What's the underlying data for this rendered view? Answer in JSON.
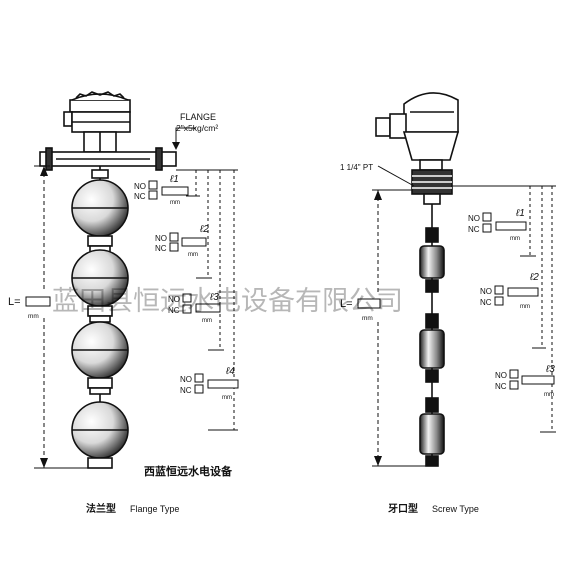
{
  "watermark": "蓝田县恒远水电设备有限公司",
  "flange": {
    "label": "FLANGE",
    "spec": "2\"x5kg/cm²",
    "caption_cn": "法兰型",
    "caption_en": "Flange Type",
    "company": "西蓝恒远水电设备",
    "length_label": "L=",
    "length_unit": "mm",
    "switches": [
      {
        "no": "NO",
        "nc": "NC",
        "level": "ℓ1",
        "unit": "mm"
      },
      {
        "no": "NO",
        "nc": "NC",
        "level": "ℓ2",
        "unit": "mm"
      },
      {
        "no": "NO",
        "nc": "NC",
        "level": "ℓ3",
        "unit": "mm"
      },
      {
        "no": "NO",
        "nc": "NC",
        "level": "ℓ4",
        "unit": "mm"
      }
    ]
  },
  "screw": {
    "thread": "1 1/4\" PT",
    "caption_cn": "牙口型",
    "caption_en": "Screw Type",
    "length_label": "L=",
    "length_unit": "mm",
    "switches": [
      {
        "no": "NO",
        "nc": "NC",
        "level": "ℓ1",
        "unit": "mm"
      },
      {
        "no": "NO",
        "nc": "NC",
        "level": "ℓ2",
        "unit": "mm"
      },
      {
        "no": "NO",
        "nc": "NC",
        "level": "ℓ3",
        "unit": "mm"
      }
    ]
  }
}
